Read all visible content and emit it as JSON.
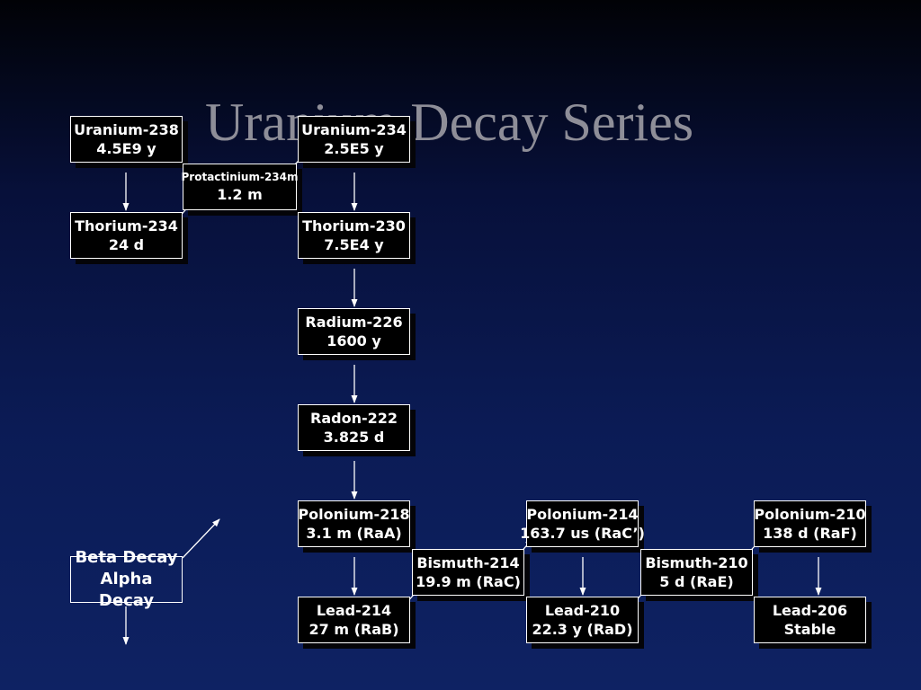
{
  "title": "Uranium Decay Series",
  "colors": {
    "box_fill": "#000000",
    "box_border": "#ffffff",
    "text": "#ffffff",
    "title": "#8e8e98"
  },
  "nuclides": {
    "u238": {
      "name": "Uranium-238",
      "half_life": "4.5E9 y"
    },
    "th234": {
      "name": "Thorium-234",
      "half_life": "24 d"
    },
    "pa234m": {
      "name": "Protactinium-234m",
      "half_life": "1.2 m"
    },
    "u234": {
      "name": "Uranium-234",
      "half_life": "2.5E5 y"
    },
    "th230": {
      "name": "Thorium-230",
      "half_life": "7.5E4 y"
    },
    "ra226": {
      "name": "Radium-226",
      "half_life": "1600 y"
    },
    "rn222": {
      "name": "Radon-222",
      "half_life": "3.825 d"
    },
    "po218": {
      "name": "Polonium-218",
      "half_life": "3.1 m (RaA)"
    },
    "pb214": {
      "name": "Lead-214",
      "half_life": "27 m (RaB)"
    },
    "bi214": {
      "name": "Bismuth-214",
      "half_life": "19.9 m (RaC)"
    },
    "po214": {
      "name": "Polonium-214",
      "half_life": "163.7 us (RaC’)"
    },
    "pb210": {
      "name": "Lead-210",
      "half_life": "22.3 y (RaD)"
    },
    "bi210": {
      "name": "Bismuth-210",
      "half_life": "5 d (RaE)"
    },
    "po210": {
      "name": "Polonium-210",
      "half_life": "138 d (RaF)"
    },
    "pb206": {
      "name": "Lead-206",
      "half_life": "Stable"
    }
  },
  "decays": [
    {
      "from": "u238",
      "to": "th234",
      "type": "alpha"
    },
    {
      "from": "th234",
      "to": "pa234m",
      "type": "beta"
    },
    {
      "from": "pa234m",
      "to": "u234",
      "type": "beta"
    },
    {
      "from": "u234",
      "to": "th230",
      "type": "alpha"
    },
    {
      "from": "th230",
      "to": "ra226",
      "type": "alpha"
    },
    {
      "from": "ra226",
      "to": "rn222",
      "type": "alpha"
    },
    {
      "from": "rn222",
      "to": "po218",
      "type": "alpha"
    },
    {
      "from": "po218",
      "to": "pb214",
      "type": "alpha"
    },
    {
      "from": "pb214",
      "to": "bi214",
      "type": "beta"
    },
    {
      "from": "bi214",
      "to": "po214",
      "type": "beta"
    },
    {
      "from": "po214",
      "to": "pb210",
      "type": "alpha"
    },
    {
      "from": "pb210",
      "to": "bi210",
      "type": "beta"
    },
    {
      "from": "bi210",
      "to": "po210",
      "type": "beta"
    },
    {
      "from": "po210",
      "to": "pb206",
      "type": "alpha"
    }
  ],
  "legend": {
    "beta": "Beta Decay",
    "alpha": "Alpha Decay"
  }
}
